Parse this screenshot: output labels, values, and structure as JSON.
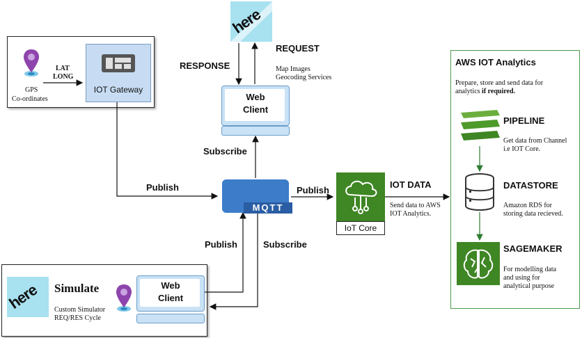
{
  "gps": {
    "latlong_line1": "LAT",
    "latlong_line2": "LONG",
    "pin_label_line1": "GPS",
    "pin_label_line2": "Co-ordinates"
  },
  "iot_gateway": {
    "label": "IOT Gateway"
  },
  "here_logo": {
    "text": "here"
  },
  "web_client_top": {
    "line1": "Web",
    "line2": "Client",
    "response_label": "RESPONSE",
    "request_label": "REQUEST",
    "services_line1": "Map Images",
    "services_line2": "Geocoding Services",
    "subscribe_label": "Subscribe"
  },
  "mqtt": {
    "label": "MQTT",
    "publish_left": "Publish",
    "publish_right": "Publish",
    "publish_bottom": "Publish",
    "subscribe_bottom": "Subscribe"
  },
  "iot_core": {
    "label": "IoT Core",
    "data_title": "IOT DATA",
    "data_desc_line1": "Send data to AWS",
    "data_desc_line2": "IOT Analytics."
  },
  "simulate": {
    "title": "Simulate",
    "desc_line1": "Custom Simulator",
    "desc_line2": "REQ/RES Cycle",
    "web_line1": "Web",
    "web_line2": "Client"
  },
  "aws": {
    "title": "AWS IOT Analytics",
    "intro_line1": "Prepare, store and send data for",
    "intro_line2_plain": "analytics ",
    "intro_line2_bold": "if required.",
    "pipeline": {
      "title": "PIPELINE",
      "desc_line1": "Get data from Channel",
      "desc_line2": "i.e IOT Core."
    },
    "datastore": {
      "title": "DATASTORE",
      "desc_line1": "Amazon RDS for",
      "desc_line2": "storing data recieved."
    },
    "sagemaker": {
      "title": "SAGEMAKER",
      "desc_line1": "For modelling data",
      "desc_line2": "and using for",
      "desc_line3": "analytical purpose"
    }
  },
  "colors": {
    "accent_green": "#4a9a4a",
    "iot_green": "#3f8624",
    "pin_purple": "#8e44ad",
    "mqtt_blue": "#3d7cc9",
    "client_blue": "#b9d7f0"
  }
}
